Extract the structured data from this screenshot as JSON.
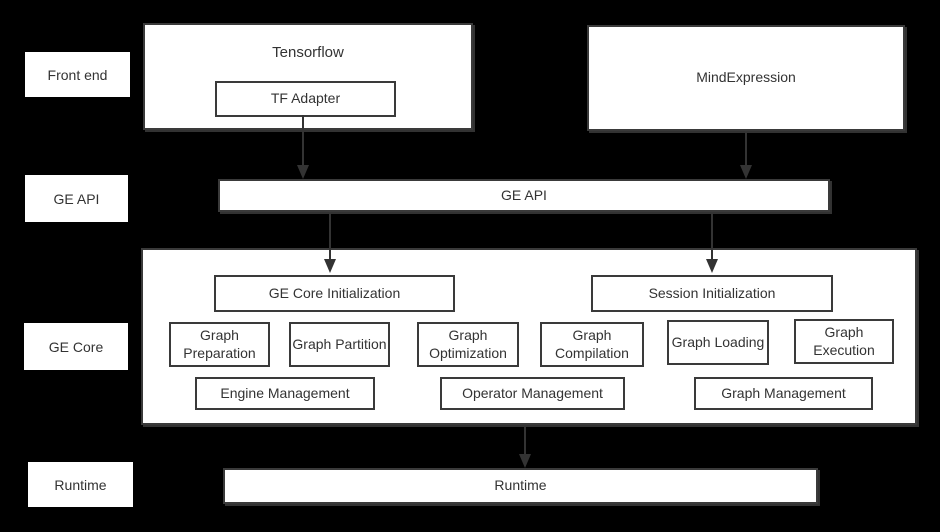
{
  "colors": {
    "background": "#000000",
    "box_fill": "#ffffff",
    "border": "#3a3a3a",
    "text": "#333333",
    "arrow": "#333333"
  },
  "row_labels": [
    {
      "label": "Front end"
    },
    {
      "label": "GE API"
    },
    {
      "label": "GE Core"
    },
    {
      "label": "Runtime"
    }
  ],
  "front_end": {
    "tensorflow_label": "Tensorflow",
    "tf_adapter_label": "TF Adapter",
    "mind_expression_label": "MindExpression"
  },
  "ge_api": {
    "label": "GE API"
  },
  "ge_core": {
    "initialization_boxes": [
      "GE Core Initialization",
      "Session Initialization"
    ],
    "function_boxes": [
      "Graph Preparation",
      "Graph Partition",
      "Graph Optimization",
      "Graph Compilation",
      "Graph Loading",
      "Graph Execution"
    ],
    "management_boxes": [
      "Engine Management",
      "Operator Management",
      "Graph Management"
    ]
  },
  "runtime": {
    "label": "Runtime"
  }
}
